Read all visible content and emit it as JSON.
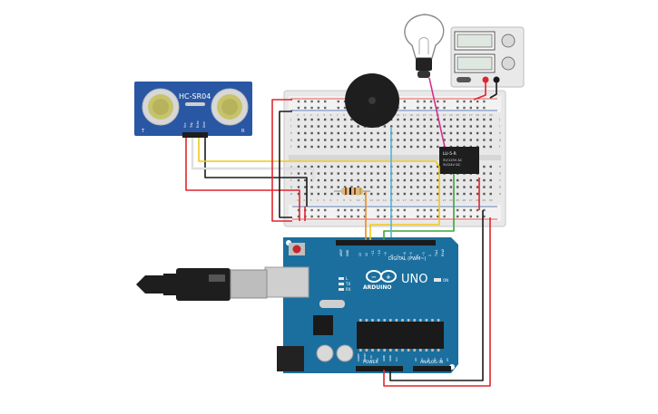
{
  "sensor": {
    "name": "HC-SR04",
    "corner_left": "T",
    "corner_right": "R",
    "pins": [
      "Vcc",
      "Trig",
      "Echo",
      "Gnd"
    ]
  },
  "relay": {
    "title": "LU-5-R",
    "line1": "5V/125V AC",
    "line2": "5V/24V DC"
  },
  "arduino": {
    "logo": "ARDUINO",
    "model": "UNO",
    "digital_label": "DIGITAL (PWM~)",
    "power_label": "POWER",
    "analog_label": "ANALOG IN",
    "aref": "AREF",
    "gnd": "GND",
    "on": "ON",
    "tx": "TX",
    "rx": "RX",
    "l": "L",
    "header_top_right": [
      "7",
      "~6",
      "~5",
      "4",
      "~3",
      "2",
      "TX▸1",
      "RX◂0"
    ],
    "header_top_left": [
      "13",
      "12",
      "~11",
      "~10",
      "~9",
      "8"
    ],
    "header_power": [
      "IOREF",
      "RESET",
      "3.3V",
      "5V",
      "GND",
      "GND",
      "Vin"
    ],
    "header_analog": [
      "A0",
      "A1",
      "A2",
      "A3",
      "A4",
      "A5"
    ]
  },
  "breadboard": {
    "row_letters_top": [
      "j",
      "i",
      "h",
      "g",
      "f"
    ],
    "row_letters_bottom": [
      "e",
      "d",
      "c",
      "b",
      "a"
    ],
    "columns": [
      "1",
      "2",
      "3",
      "4",
      "5",
      "6",
      "7",
      "8",
      "9",
      "10",
      "11",
      "12",
      "13",
      "14",
      "15",
      "16",
      "17",
      "18",
      "19",
      "20",
      "21",
      "22",
      "23",
      "24",
      "25",
      "26",
      "27",
      "28",
      "29",
      "30"
    ]
  },
  "colors": {
    "wire_red": "#e0262d",
    "wire_black": "#1a1a1a",
    "wire_yellow": "#f2c81a",
    "wire_orange": "#f08a1e",
    "wire_green": "#3aa63a",
    "wire_cyan": "#4fb6d9",
    "wire_magenta": "#d02f8a",
    "wire_white": "#f2f2f2",
    "board_blue": "#1b6f9e",
    "sensor_blue": "#2a57a3"
  }
}
